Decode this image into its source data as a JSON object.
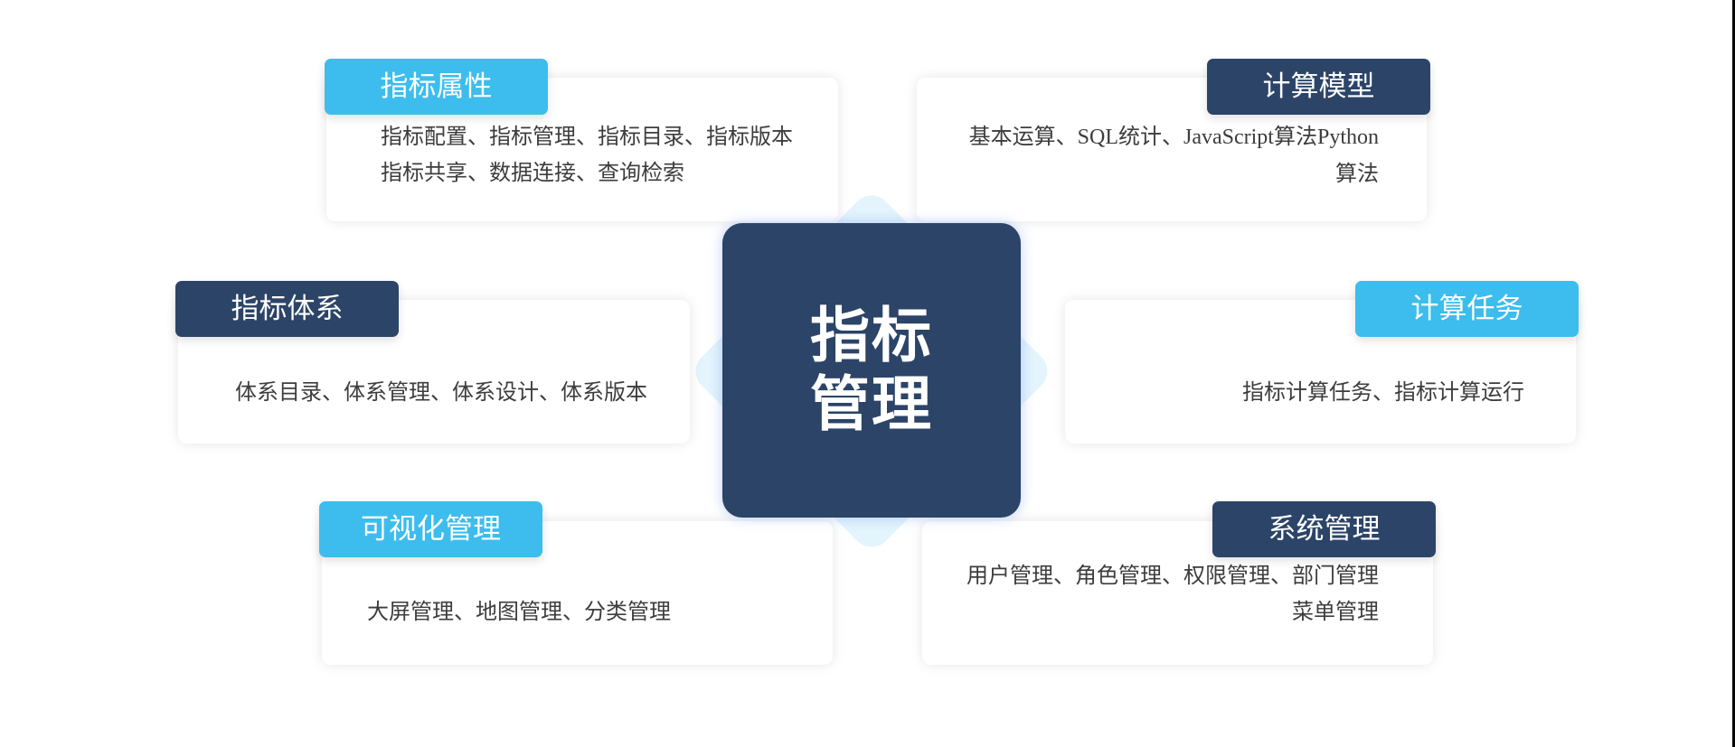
{
  "colors": {
    "accent_light": "#3dbded",
    "accent_dark": "#2c4468",
    "diamond": "#e3f4fc",
    "card_text": "#3d3d3d"
  },
  "center": {
    "title_line1": "指标",
    "title_line2": "管理"
  },
  "modules": [
    {
      "title": "指标属性",
      "style": "light",
      "lines": [
        "指标配置、指标管理、指标目录、指标版本",
        "指标共享、数据连接、查询检索"
      ]
    },
    {
      "title": "计算模型",
      "style": "dark",
      "lines": [
        "基本运算、SQL统计、JavaScript算法Python",
        "算法"
      ]
    },
    {
      "title": "指标体系",
      "style": "dark",
      "lines": [
        "体系目录、体系管理、体系设计、体系版本"
      ]
    },
    {
      "title": "计算任务",
      "style": "light",
      "lines": [
        "指标计算任务、指标计算运行"
      ]
    },
    {
      "title": "可视化管理",
      "style": "light",
      "lines": [
        "大屏管理、地图管理、分类管理"
      ]
    },
    {
      "title": "系统管理",
      "style": "dark",
      "lines": [
        "用户管理、角色管理、权限管理、部门管理",
        "菜单管理"
      ]
    }
  ]
}
